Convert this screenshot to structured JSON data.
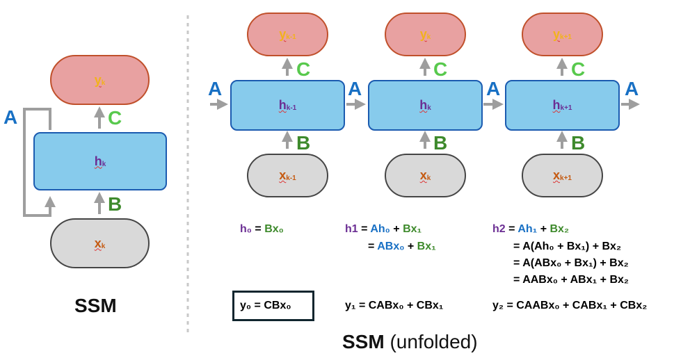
{
  "left": {
    "y_label": "y",
    "y_sub": "k",
    "h_label": "h",
    "h_sub": "k",
    "x_label": "x",
    "x_sub": "k",
    "A": "A",
    "B": "B",
    "C": "C",
    "title": "SSM"
  },
  "unfolded": {
    "steps": [
      {
        "y": "y",
        "y_sub": "k-1",
        "h": "h",
        "h_sub": "k-1",
        "x": "x",
        "x_sub": "k-1"
      },
      {
        "y": "y",
        "y_sub": "k",
        "h": "h",
        "h_sub": "k",
        "x": "x",
        "x_sub": "k"
      },
      {
        "y": "y",
        "y_sub": "k+1",
        "h": "h",
        "h_sub": "k+1",
        "x": "x",
        "x_sub": "k+1"
      }
    ],
    "A": "A",
    "B": "B",
    "C": "C",
    "title_bold": "SSM",
    "title_rest": "(unfolded)"
  },
  "equations": {
    "h0": [
      "h₀",
      " = ",
      "Bx₀"
    ],
    "h1_line1": [
      "h1",
      " = ",
      "Ah₀",
      " + ",
      "Bx₁"
    ],
    "h1_line2": [
      "= ",
      "ABx₀",
      " + ",
      "Bx₁"
    ],
    "h2_line1": [
      "h2",
      " = ",
      "Ah₁",
      " + ",
      "Bx₂"
    ],
    "h2_line2": "= A(Ah₀ + Bx₁) + Bx₂",
    "h2_line3": "= A(ABx₀ + Bx₁) + Bx₂",
    "h2_line4": "= AABx₀ + ABx₁ + Bx₂",
    "y0": "y₀ = CBx₀",
    "y1": "y₁ = CABx₀ + CBx₁",
    "y2": "y₂ = CAABx₀ + CABx₁ + CBx₂"
  },
  "colors": {
    "y_fill": "#e8a1a1",
    "h_fill": "#87cbec",
    "x_fill": "#d9d9d9",
    "A": "#1870c4",
    "B": "#3e8a2c",
    "C": "#58c94d",
    "h_text": "#6b2e93",
    "x_text": "#c55a11",
    "y_text": "#f2b21b"
  }
}
